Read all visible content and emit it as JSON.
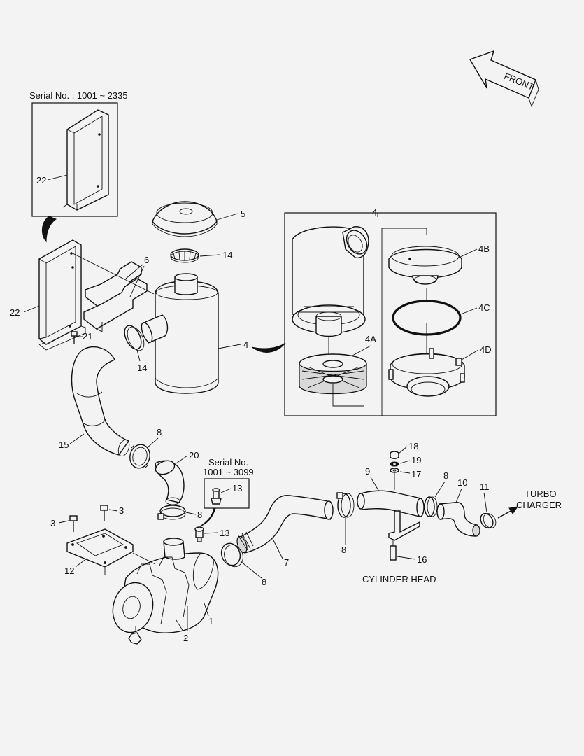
{
  "front_arrow": "FRONT",
  "serial_top": "Serial No. : 1001 ~ 2335",
  "serial_mid": "Serial No.\n1001 ~ 3099",
  "serial_mid_line1": "Serial No.",
  "serial_mid_line2": "1001 ~ 3099",
  "cylinder_head": "CYLINDER HEAD",
  "turbo_line1": "TURBO",
  "turbo_line2": "CHARGER",
  "labels": {
    "p1": "1",
    "p2": "2",
    "p3a": "3",
    "p3b": "3",
    "p4": "4",
    "p4box": "4",
    "p4A": "4A",
    "p4B": "4B",
    "p4C": "4C",
    "p4D": "4D",
    "p5": "5",
    "p6": "6",
    "p7": "7",
    "p8a": "8",
    "p8b": "8",
    "p8c": "8",
    "p8d": "8",
    "p8e": "8",
    "p9": "9",
    "p10": "10",
    "p11": "11",
    "p12": "12",
    "p13a": "13",
    "p13b": "13",
    "p14a": "14",
    "p14b": "14",
    "p15": "15",
    "p16": "16",
    "p17": "17",
    "p18": "18",
    "p19": "19",
    "p20": "20",
    "p21": "21",
    "p22a": "22",
    "p22b": "22"
  }
}
